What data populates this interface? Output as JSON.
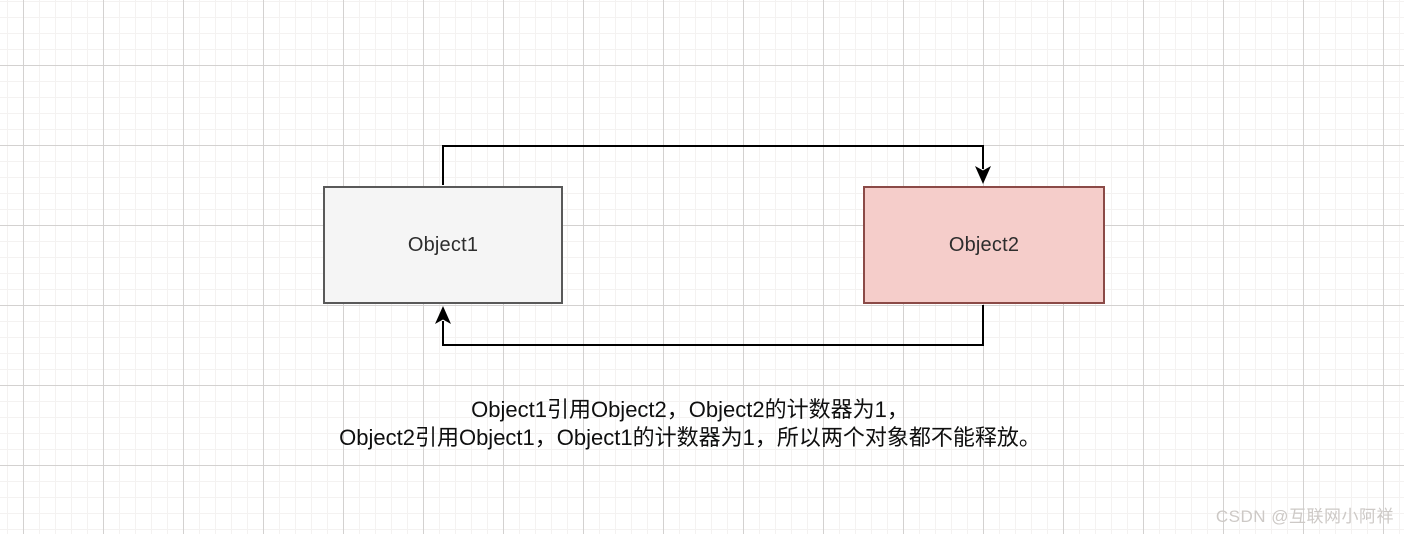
{
  "diagram": {
    "type": "reference-cycle-diagram",
    "nodes": [
      {
        "id": "object1",
        "label": "Object1",
        "fill": "#f5f5f5",
        "stroke": "#595959"
      },
      {
        "id": "object2",
        "label": "Object2",
        "fill": "#f5cdca",
        "stroke": "#8b4a47"
      }
    ],
    "edges": [
      {
        "from": "Object1",
        "to": "Object2",
        "style": "orthogonal-arrow-top"
      },
      {
        "from": "Object2",
        "to": "Object1",
        "style": "orthogonal-arrow-bottom"
      }
    ],
    "caption": {
      "line1": "Object1引用Object2，Object2的计数器为1，",
      "line2": "Object2引用Object1，Object1的计数器为1，所以两个对象都不能释放。"
    }
  },
  "watermark": {
    "text": "CSDN @互联网小阿祥",
    "color": "#cdc9c6"
  },
  "colors": {
    "background": "#ffffff",
    "grid_minor": "#f4f2f1",
    "grid_major": "#d3d1d0",
    "edge": "#000000",
    "caption_text": "#0f0f0f"
  }
}
